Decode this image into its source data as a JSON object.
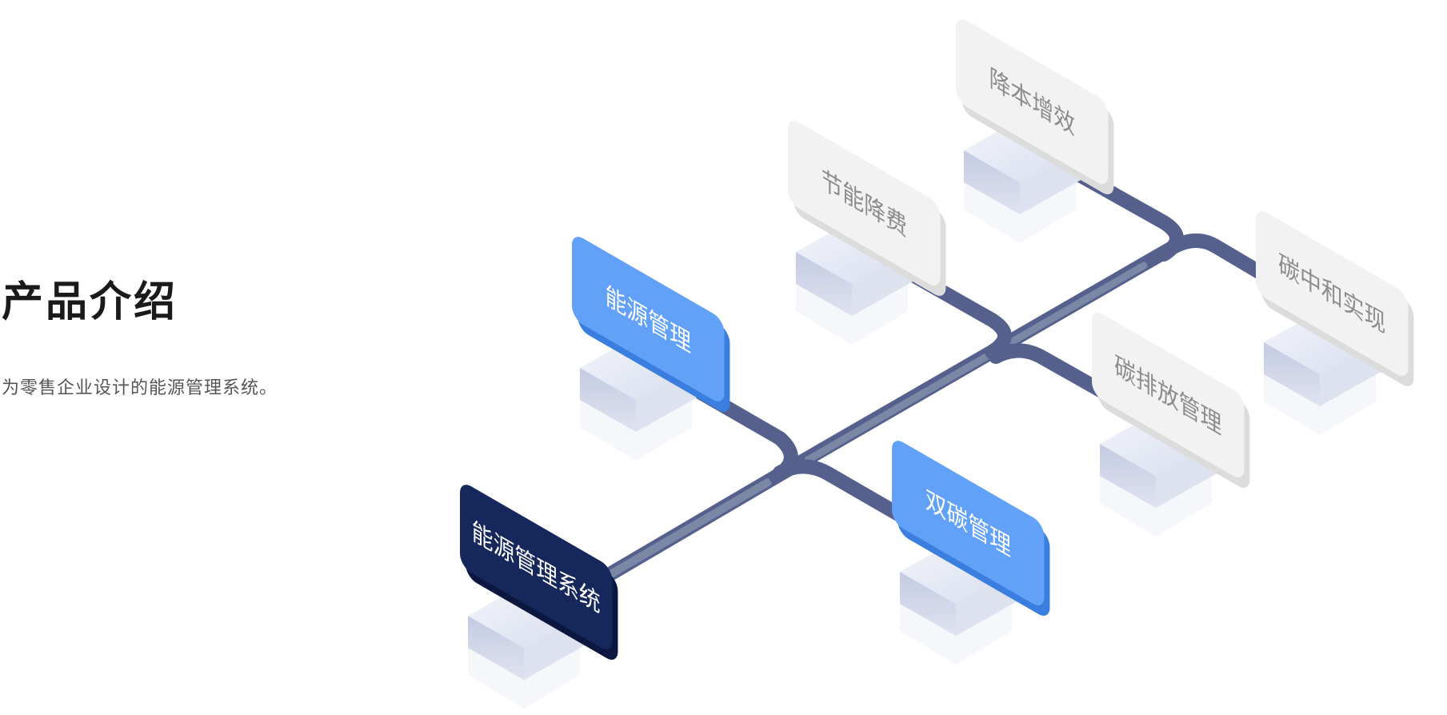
{
  "intro": {
    "title": "产品介绍",
    "description": "为零售企业设计的能源管理系统。"
  },
  "diagram": {
    "root": {
      "label": "能源管理系统",
      "style": "dark"
    },
    "branches": [
      {
        "label": "能源管理",
        "style": "blue",
        "children": [
          {
            "label": "节能降费",
            "style": "gray"
          },
          {
            "label": "降本增效",
            "style": "gray"
          }
        ]
      },
      {
        "label": "双碳管理",
        "style": "blue",
        "children": [
          {
            "label": "碳排放管理",
            "style": "gray"
          },
          {
            "label": "碳中和实现",
            "style": "gray"
          }
        ]
      }
    ]
  },
  "colors": {
    "dark_card": "#16275c",
    "blue_card": "#62a1f8",
    "gray_card": "#f2f2f2",
    "connector": "#56608d",
    "title_text": "#1a1a1a",
    "desc_text": "#555555",
    "gray_label": "#8c8c8c"
  }
}
